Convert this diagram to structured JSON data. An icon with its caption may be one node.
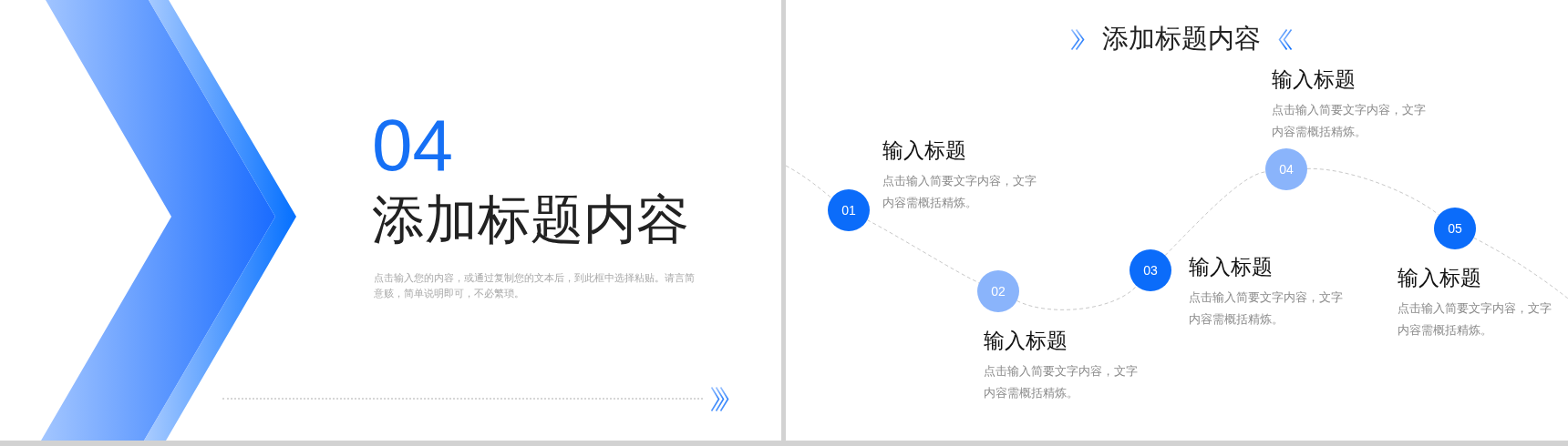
{
  "diagram": {
    "title": "添加标题内容",
    "nodes": [
      {
        "text": [
          "01"
        ],
        "beside": [
          "输入标题",
          "点击输入简要文字内容，文字内容需概括精炼。"
        ]
      },
      {
        "text": [
          "02"
        ],
        "beside": [
          "输入标题",
          "点击输入简要文字内容，文字内容需概括精炼。"
        ]
      },
      {
        "text": [
          "03"
        ],
        "beside": [
          "输入标题",
          "点击输入简要文字内容，文字内容需概括精炼。"
        ]
      },
      {
        "text": [
          "04"
        ],
        "beside": [
          "输入标题",
          "点击输入简要文字内容，文字内容需概括精炼。"
        ]
      },
      {
        "text": [
          "05"
        ],
        "beside": [
          "输入标题",
          "点击输入简要文字内容，文字内容需概括精炼。"
        ]
      }
    ],
    "edges": [
      {
        "from": null,
        "to": 0,
        "arrow": "none",
        "style": "dashed"
      },
      {
        "from": 0,
        "to": 1,
        "arrow": "none",
        "style": "dashed"
      },
      {
        "from": 1,
        "to": 2,
        "arrow": "none",
        "style": "dashed"
      },
      {
        "from": 2,
        "to": 3,
        "arrow": "none",
        "style": "dashed"
      },
      {
        "from": 3,
        "to": 4,
        "arrow": "none",
        "style": "dashed"
      },
      {
        "from": 4,
        "to": null,
        "arrow": "none",
        "style": "dashed"
      }
    ],
    "labels": [
      "04",
      "添加标题内容",
      "点击输入您的内容，或通过复制您的文本后，到此框中选择粘贴。请言简意赅，简单说明即可，不必繁琐。"
    ]
  }
}
